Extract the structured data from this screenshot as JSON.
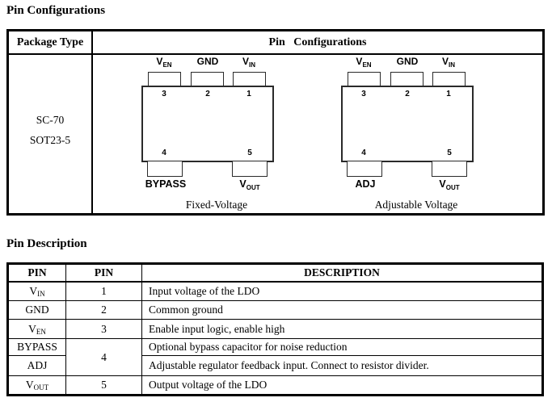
{
  "titles": {
    "configurations": "Pin Configurations",
    "description": "Pin Description"
  },
  "config_table": {
    "header_package": "Package Type",
    "header_pin_config": "Pin Configurations",
    "package_types": [
      "SC-70",
      "SOT23-5"
    ],
    "diagrams": [
      {
        "caption": "Fixed-Voltage",
        "top_labels": [
          {
            "main": "V",
            "sub": "EN"
          },
          {
            "main": "GND",
            "sub": ""
          },
          {
            "main": "V",
            "sub": "IN"
          }
        ],
        "top_pin_numbers": [
          "3",
          "2",
          "1"
        ],
        "bottom_pin_numbers": [
          "4",
          "5"
        ],
        "bottom_labels": [
          {
            "main": "BYPASS",
            "sub": ""
          },
          {
            "main": "V",
            "sub": "OUT"
          }
        ]
      },
      {
        "caption": "Adjustable Voltage",
        "top_labels": [
          {
            "main": "V",
            "sub": "EN"
          },
          {
            "main": "GND",
            "sub": ""
          },
          {
            "main": "V",
            "sub": "IN"
          }
        ],
        "top_pin_numbers": [
          "3",
          "2",
          "1"
        ],
        "bottom_pin_numbers": [
          "4",
          "5"
        ],
        "bottom_labels": [
          {
            "main": "ADJ",
            "sub": ""
          },
          {
            "main": "V",
            "sub": "OUT"
          }
        ]
      }
    ]
  },
  "pin_table": {
    "headers": [
      "PIN",
      "PIN",
      "DESCRIPTION"
    ],
    "rows": [
      {
        "name_main": "V",
        "name_sub": "IN",
        "number": "1",
        "description": "Input voltage of the LDO"
      },
      {
        "name_main": "GND",
        "name_sub": "",
        "number": "2",
        "description": "Common ground"
      },
      {
        "name_main": "V",
        "name_sub": "EN",
        "number": "3",
        "description": "Enable input logic, enable high"
      },
      {
        "name_main": "BYPASS",
        "name_sub": "",
        "number": "4",
        "description": "Optional bypass capacitor for noise reduction"
      },
      {
        "name_main": "ADJ",
        "name_sub": "",
        "description": "Adjustable regulator feedback input. Connect to resistor divider."
      },
      {
        "name_main": "V",
        "name_sub": "OUT",
        "number": "5",
        "description": "Output voltage of the LDO"
      }
    ]
  },
  "colors": {
    "background": "#ffffff",
    "text": "#000000",
    "border": "#000000"
  }
}
